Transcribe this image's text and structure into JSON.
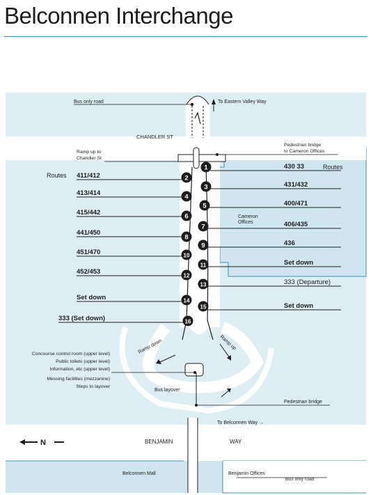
{
  "title": "Belconnen Interchange",
  "colors": {
    "water": "#dcedf4",
    "band": "#cfe6f0",
    "border": "#3c8fb8",
    "ink": "#1d1d1d",
    "road": "#ffffff"
  },
  "labels": {
    "bus_only_road_top": "Bus only road",
    "to_eastern_valley": "To Eastern Valley Way",
    "chandler_st": "CHANDLER ST",
    "pedestrian_bridge_top_1": "Pedestrian bridge",
    "pedestrian_bridge_top_2": "to Cameron Offices",
    "ramp_up_1": "Ramp up to",
    "ramp_up_2": "Chandler St",
    "routes_left": "Routes",
    "routes_right": "Routes",
    "cameron_1": "Cameron",
    "cameron_2": "Offices",
    "ramp_down": "Ramp down",
    "ramp_up": "Ramp up",
    "concourse_control": "Concourse control room (upper level)",
    "public_toilets": "Public toilets (upper level)",
    "information": "Information, etc (upper level)",
    "messing": "Messing facilities (mezzanine)",
    "steps": "Steps to layover",
    "bus_layover": "Bus layover",
    "pedestrian_bridge_bottom": "Pedestrian bridge",
    "to_belconnen_way": "To Belconnen Way →",
    "benjamin": "BENJAMIN",
    "way": "WAY",
    "north": "N",
    "belconnen_mall": "Belconnen Mall",
    "benjamin_offices": "Benjamin Offices",
    "bus_only_road_bottom": "Bus only road"
  },
  "bays": [
    "1",
    "2",
    "3",
    "4",
    "5",
    "6",
    "7",
    "8",
    "9",
    "10",
    "11",
    "12",
    "13",
    "14",
    "15",
    "16"
  ],
  "left_routes": [
    "411/412",
    "413/414",
    "415/442",
    "441/450",
    "451/470",
    "452/453",
    "Set down",
    "333 (Set down)"
  ],
  "right_routes": [
    "430    33",
    "431/432",
    "400/471",
    "406/435",
    "436",
    "Set down",
    "333 (Departure)",
    "Set down"
  ]
}
